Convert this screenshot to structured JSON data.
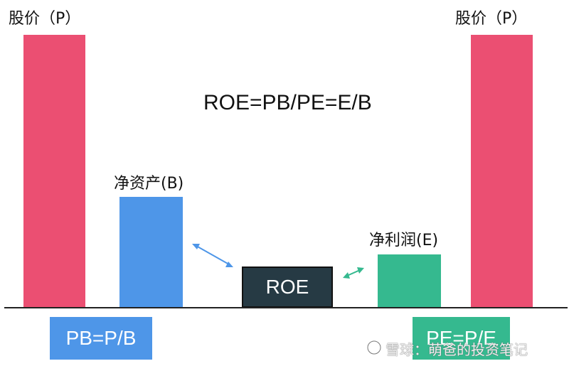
{
  "colors": {
    "price": "#eb4f72",
    "net_assets": "#4e96e8",
    "net_profit": "#35b98f",
    "roe_box": "#263a44",
    "pb_box": "#4e96e8",
    "pe_box": "#35b98f"
  },
  "labels": {
    "price_left": "股价（P）",
    "price_right": "股价（P）",
    "net_assets": "净资产(B)",
    "net_profit": "净利润(E)",
    "formula": "ROE=PB/PE=E/B",
    "roe": "ROE",
    "pb": "PB=P/B",
    "pe": "PE=P/E"
  },
  "watermark": "雪球：萌爸的投资笔记",
  "icons": [
    "left-double-arrow-icon",
    "right-double-arrow-icon",
    "snowball-logo-icon"
  ]
}
